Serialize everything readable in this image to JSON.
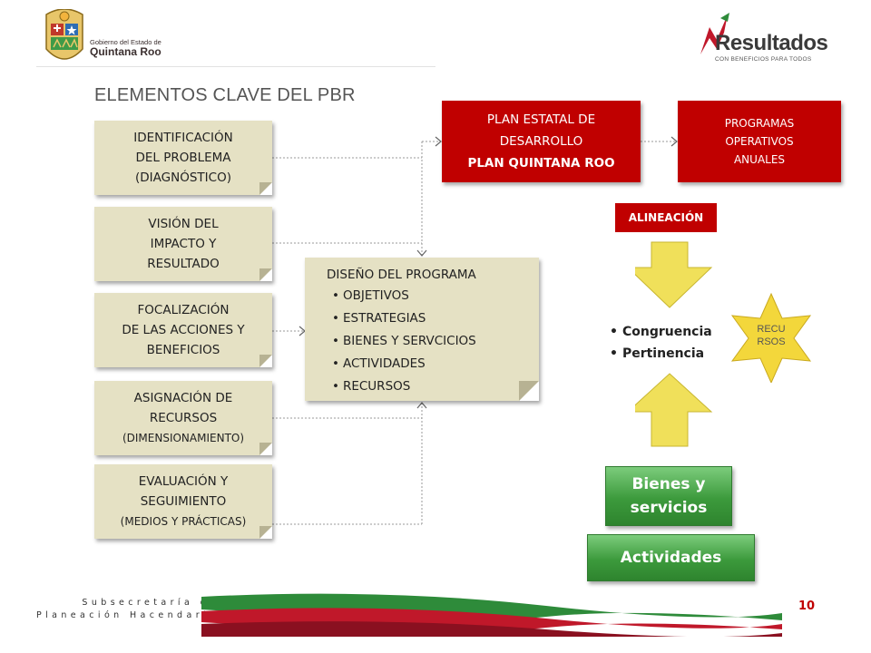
{
  "header": {
    "gov_logo": {
      "line1": "Gobierno del Estado de",
      "line2": "Quintana Roo"
    },
    "results_logo": {
      "title": "Resultados",
      "subtitle": "CON BENEFICIOS PARA TODOS"
    }
  },
  "title": "ELEMENTOS CLAVE DEL PBR",
  "left_boxes": [
    {
      "lines": [
        "IDENTIFICACIÓN",
        "DEL PROBLEMA",
        "(DIAGNÓSTICO)"
      ]
    },
    {
      "lines": [
        "VISIÓN DEL",
        "IMPACTO Y",
        "RESULTADO"
      ]
    },
    {
      "lines": [
        "FOCALIZACIÓN",
        "DE LAS ACCIONES Y",
        "BENEFICIOS"
      ]
    },
    {
      "lines": [
        "ASIGNACIÓN DE",
        "RECURSOS",
        "(DIMENSIONAMIENTO)"
      ]
    },
    {
      "lines": [
        "EVALUACIÓN Y",
        "SEGUIMIENTO",
        "(MEDIOS Y PRÁCTICAS)"
      ]
    }
  ],
  "design": {
    "heading": "DISEÑO DEL PROGRAMA",
    "items": [
      "OBJETIVOS",
      "ESTRATEGIAS",
      "BIENES Y SERVCICIOS",
      "ACTIVIDADES",
      "RECURSOS"
    ]
  },
  "plan": {
    "lines": [
      "PLAN ESTATAL DE",
      "DESARROLLO",
      "PLAN  QUINTANA ROO"
    ]
  },
  "programas": {
    "lines": [
      "PROGRAMAS",
      "OPERATIVOS",
      "ANUALES"
    ]
  },
  "alineacion": "ALINEACIÓN",
  "bullets": [
    "Congruencia",
    "Pertinencia"
  ],
  "recursos_star": {
    "line1": "RECU",
    "line2": "RSOS"
  },
  "bienes": {
    "line1": "Bienes y",
    "line2": "servicios"
  },
  "actividades": "Actividades",
  "footer": {
    "line1": "Subsecretaría de",
    "line2": "Planeación Hacendaria"
  },
  "page_number": "10",
  "colors": {
    "red": "#c00000",
    "note": "#e5e1c4",
    "arrow_yellow": "#f0e05a",
    "green": "#3c9a3c",
    "star_yellow": "#f3d73b"
  }
}
